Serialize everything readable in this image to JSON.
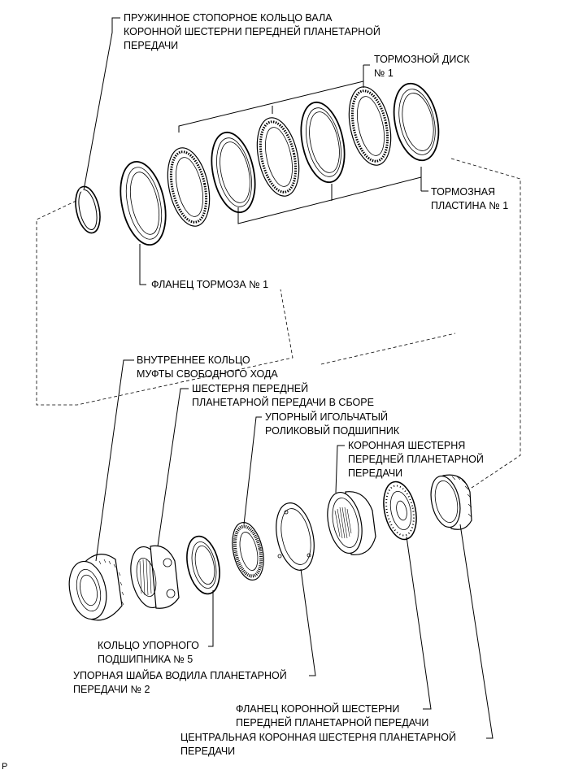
{
  "labels": {
    "front_ring_gear_shaft_snap_ring": "ПРУЖИННОЕ СТОПОРНОЕ КОЛЬЦО ВАЛА\nКОРОННОЙ ШЕСТЕРНИ ПЕРЕДНЕЙ ПЛАНЕТАРНОЙ\nПЕРЕДАЧИ",
    "brake_disc_1": "ТОРМОЗНОЙ ДИСК\n№ 1",
    "brake_plate_1": "ТОРМОЗНАЯ\nПЛАСТИНА № 1",
    "brake_flange_1": "ФЛАНЕЦ ТОРМОЗА № 1",
    "one_way_clutch_inner_race": "ВНУТРЕННЕЕ КОЛЬЦО\nМУФТЫ СВОБОДНОГО ХОДА",
    "front_planetary_gear_assembly": "ШЕСТЕРНЯ ПЕРЕДНЕЙ\nПЛАНЕТАРНОЙ ПЕРЕДАЧИ В СБОРЕ",
    "thrust_needle_roller_bearing": "УПОРНЫЙ ИГОЛЬЧАТЫЙ\nРОЛИКОВЫЙ ПОДШИПНИК",
    "front_planetary_ring_gear": "КОРОННАЯ ШЕСТЕРНЯ\nПЕРЕДНЕЙ ПЛАНЕТАРНОЙ\nПЕРЕДАЧИ",
    "thrust_bearing_race_5": "КОЛЬЦО УПОРНОГО\nПОДШИПНИКА № 5",
    "planetary_carrier_thrust_washer_2": "УПОРНАЯ ШАЙБА ВОДИЛА ПЛАНЕТАРНОЙ\nПЕРЕДАЧИ № 2",
    "front_ring_gear_flange": "ФЛАНЕЦ КОРОННОЙ ШЕСТЕРНИ\nПЕРЕДНЕЙ ПЛАНЕТАРНОЙ ПЕРЕДАЧИ",
    "center_planetary_ring_gear": "ЦЕНТРАЛЬНАЯ КОРОННАЯ ШЕСТЕРНЯ ПЛАНЕТАРНОЙ\nПЕРЕДАЧИ"
  },
  "corner_mark": "P"
}
